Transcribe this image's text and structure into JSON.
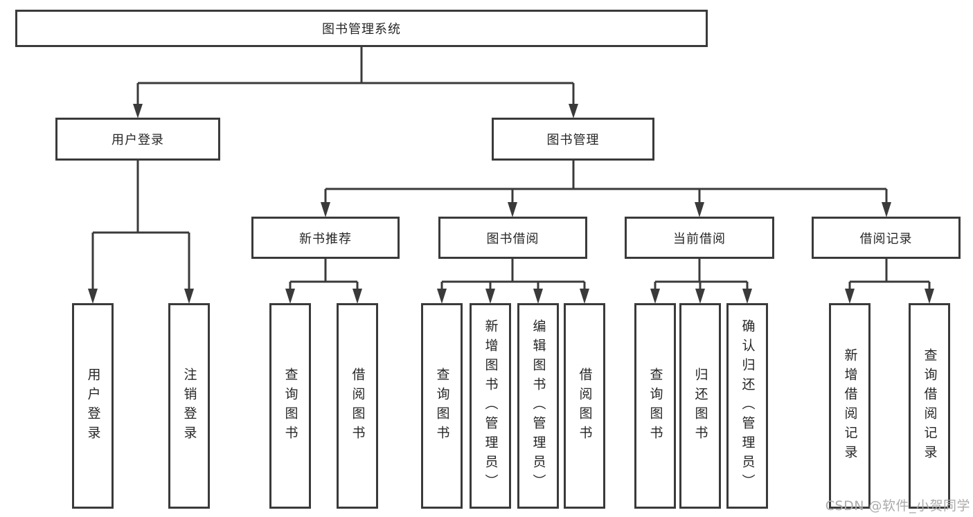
{
  "diagram_type": "hierarchy-tree",
  "colors": {
    "background": "#ffffff",
    "line": "#3a3a3a",
    "box_border": "#3a3a3a",
    "text": "#262626",
    "watermark": "#ababab"
  },
  "tree": {
    "label": "图书管理系统",
    "children": [
      {
        "label": "用户登录",
        "children": [
          {
            "label": "用户登录"
          },
          {
            "label": "注销登录"
          }
        ]
      },
      {
        "label": "图书管理",
        "children": [
          {
            "label": "新书推荐",
            "children": [
              {
                "label": "查询图书"
              },
              {
                "label": "借阅图书"
              }
            ]
          },
          {
            "label": "图书借阅",
            "children": [
              {
                "label": "查询图书"
              },
              {
                "label": "新增图书（管理员）"
              },
              {
                "label": "编辑图书（管理员）"
              },
              {
                "label": "借阅图书"
              }
            ]
          },
          {
            "label": "当前借阅",
            "children": [
              {
                "label": "查询图书"
              },
              {
                "label": "归还图书"
              },
              {
                "label": "确认归还（管理员）"
              }
            ]
          },
          {
            "label": "借阅记录",
            "children": [
              {
                "label": "新增借阅记录"
              },
              {
                "label": "查询借阅记录"
              }
            ]
          }
        ]
      }
    ]
  },
  "watermark": {
    "text": "CSDN @软件_小贺同学"
  }
}
